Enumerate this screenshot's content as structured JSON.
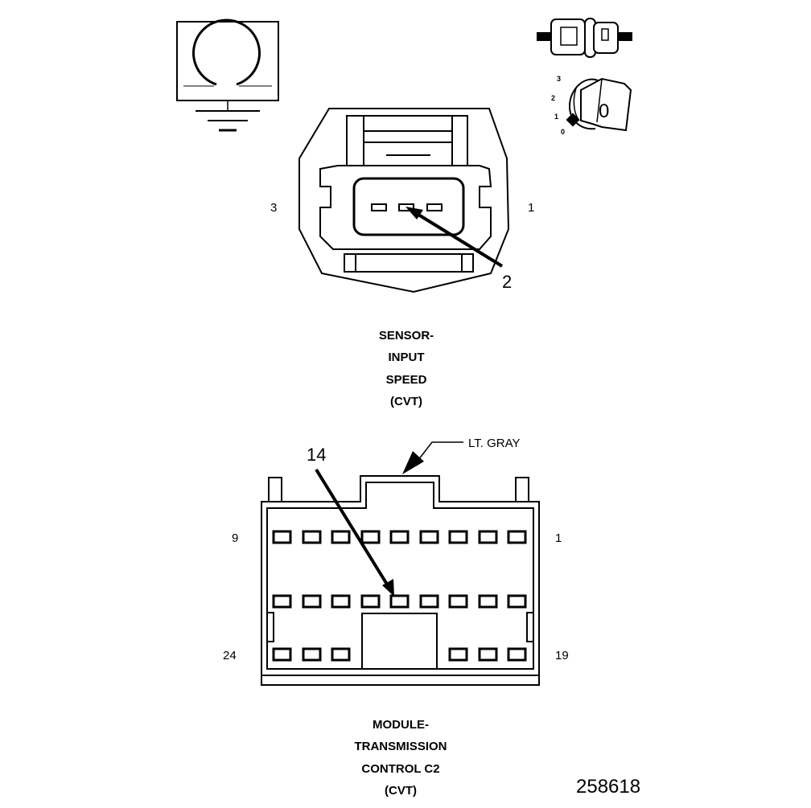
{
  "sensor_connector": {
    "pin_left": "3",
    "pin_right": "1",
    "callout": "2",
    "caption": [
      "SENSOR-",
      "INPUT",
      "SPEED",
      "(CVT)"
    ]
  },
  "module_connector": {
    "pin_top_left": "9",
    "pin_top_right": "1",
    "pin_bottom_left": "24",
    "pin_bottom_right": "19",
    "callout": "14",
    "color_label": "LT. GRAY",
    "caption": [
      "MODULE-",
      "TRANSMISSION",
      "CONTROL C2",
      "(CVT)"
    ]
  },
  "key_position_labels": [
    "3",
    "2",
    "1",
    "0"
  ],
  "key_symbol": "0",
  "reference_id": "258618",
  "icons": [
    "ground-symbol-icon",
    "connector-plug-icon",
    "ignition-key-icon"
  ]
}
